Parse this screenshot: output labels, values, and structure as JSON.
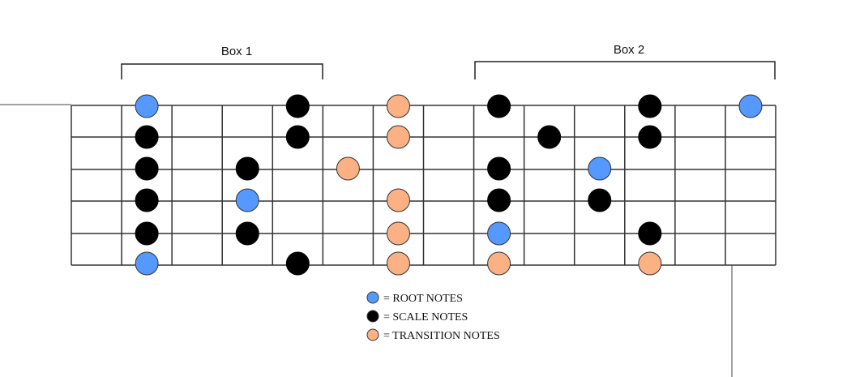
{
  "boxes": [
    {
      "label": "Box 1",
      "from_fret": 1,
      "to_fret": 4
    },
    {
      "label": "Box 2",
      "from_fret": 8,
      "to_fret": 13
    }
  ],
  "fretboard": {
    "frets": 14,
    "strings": 6
  },
  "colors": {
    "root": "#5599ff",
    "scale": "#000000",
    "transition": "#fbb183"
  },
  "notes": [
    {
      "string": 1,
      "fret": 1,
      "type": "root"
    },
    {
      "string": 1,
      "fret": 4,
      "type": "scale"
    },
    {
      "string": 1,
      "fret": 6,
      "type": "transition"
    },
    {
      "string": 1,
      "fret": 8,
      "type": "scale"
    },
    {
      "string": 1,
      "fret": 11,
      "type": "scale"
    },
    {
      "string": 1,
      "fret": 13,
      "type": "root"
    },
    {
      "string": 2,
      "fret": 1,
      "type": "scale"
    },
    {
      "string": 2,
      "fret": 4,
      "type": "scale"
    },
    {
      "string": 2,
      "fret": 6,
      "type": "transition"
    },
    {
      "string": 2,
      "fret": 9,
      "type": "scale"
    },
    {
      "string": 2,
      "fret": 11,
      "type": "scale"
    },
    {
      "string": 3,
      "fret": 1,
      "type": "scale"
    },
    {
      "string": 3,
      "fret": 3,
      "type": "scale"
    },
    {
      "string": 3,
      "fret": 5,
      "type": "transition"
    },
    {
      "string": 3,
      "fret": 8,
      "type": "scale"
    },
    {
      "string": 3,
      "fret": 10,
      "type": "root"
    },
    {
      "string": 4,
      "fret": 1,
      "type": "scale"
    },
    {
      "string": 4,
      "fret": 3,
      "type": "root"
    },
    {
      "string": 4,
      "fret": 6,
      "type": "transition"
    },
    {
      "string": 4,
      "fret": 8,
      "type": "scale"
    },
    {
      "string": 4,
      "fret": 10,
      "type": "scale"
    },
    {
      "string": 5,
      "fret": 1,
      "type": "scale"
    },
    {
      "string": 5,
      "fret": 3,
      "type": "scale"
    },
    {
      "string": 5,
      "fret": 6,
      "type": "transition"
    },
    {
      "string": 5,
      "fret": 8,
      "type": "root"
    },
    {
      "string": 5,
      "fret": 11,
      "type": "scale"
    },
    {
      "string": 6,
      "fret": 1,
      "type": "root"
    },
    {
      "string": 6,
      "fret": 4,
      "type": "scale"
    },
    {
      "string": 6,
      "fret": 6,
      "type": "transition"
    },
    {
      "string": 6,
      "fret": 8,
      "type": "transition"
    },
    {
      "string": 6,
      "fret": 11,
      "type": "transition"
    }
  ],
  "legend": [
    {
      "type": "root",
      "label": "= ROOT NOTES"
    },
    {
      "type": "scale",
      "label": "= SCALE NOTES"
    },
    {
      "type": "transition",
      "label": "= TRANSITION NOTES"
    }
  ]
}
